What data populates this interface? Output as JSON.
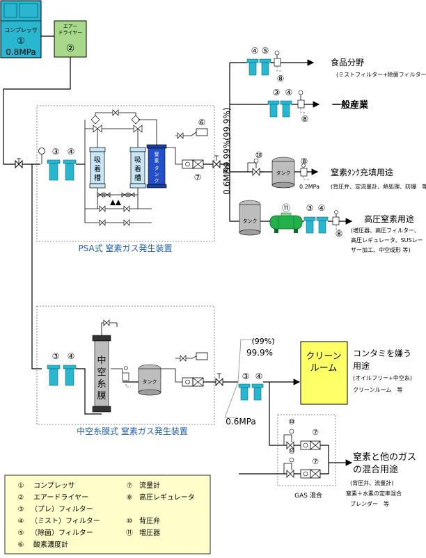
{
  "compressor": {
    "label": "コンプレッサ",
    "number": "①",
    "pressure": "0.8MPa",
    "color": "#29b6cf"
  },
  "air_dryer": {
    "label_line1": "エアー",
    "label_line2": "ドライヤー",
    "number": "②",
    "color": "#a8d88a"
  },
  "psa": {
    "title": "PSA式 窒素ガス発生装置",
    "adsorber_label": "吸着槽",
    "nitrogen_tank_label": "窒素タンク",
    "filter_labels": [
      "③",
      "④"
    ],
    "oxygen_meter_label": "⑥",
    "flowmeter_label": "⑦"
  },
  "membrane": {
    "title": "中空糸膜式 窒素ガス発生装置",
    "module_label": "中空糸膜",
    "tank_label": "タンク",
    "filter_labels": [
      "③",
      "④"
    ]
  },
  "purity": {
    "psa_label": "99.99%(99.9%)",
    "psa_pressure": "0.6MPa",
    "mem_purity_paren": "(99%)",
    "mem_purity": "99.9%",
    "mem_pressure": "0.6MPa"
  },
  "applications": {
    "food": {
      "title": "食品分野",
      "note": "(ミストフィルター+除菌フィルター)",
      "filters": [
        "④",
        "⑤"
      ],
      "regulator": "⑧"
    },
    "general": {
      "title": "一般産業",
      "filters": [
        "③",
        "④"
      ],
      "regulator": "⑧"
    },
    "tank_fill": {
      "title": "窒素ﾀﾝｸ充填用途",
      "note": "(背圧弁、定流量計、熱処理、防爆　等)",
      "tank_label": "タンク",
      "valve": "⑩",
      "regulator": "⑧",
      "pressure": "0.2MPa"
    },
    "high_pressure": {
      "title": "高圧窒素用途",
      "note_lines": [
        "(増圧器、高圧フィルター、",
        "高圧レギュレータ、SUSレー",
        "ザー加工、中空成形 等)"
      ],
      "tank_label": "タンク",
      "booster": "⑪",
      "filters": [
        "③",
        "④"
      ],
      "regulator": "⑧"
    },
    "clean_room": {
      "box_line1": "クリーン",
      "box_line2": "ルーム",
      "title_line1": "コンタミを嫌う",
      "title_line2": "用途",
      "note_line1": "(オイルフリー+中空糸)",
      "note_line2": "クリーンルーム　等",
      "filters": [
        "③",
        "④"
      ],
      "box_color": "#ffff66"
    },
    "mixing": {
      "title_line1": "窒素と他のガス",
      "title_line2": "の混合用途",
      "note_lines": [
        "(背圧弁、流量計)",
        "窒素＋水素の定率混合",
        "ブレンダー　等"
      ],
      "gas_label": "GAS 混合",
      "valves": [
        "⑩",
        "⑩"
      ],
      "flowmeters": [
        "⑦",
        "⑦"
      ]
    }
  },
  "legend": {
    "left": [
      {
        "num": "①",
        "text": "コンプレッサ"
      },
      {
        "num": "②",
        "text": "エアードライヤー"
      },
      {
        "num": "③",
        "text": "（プレ）フィルター"
      },
      {
        "num": "④",
        "text": "（ミスト）フィルター"
      },
      {
        "num": "⑤",
        "text": "（除菌）フィルター"
      },
      {
        "num": "⑥",
        "text": "酸素濃度計"
      }
    ],
    "right": [
      {
        "num": "⑦",
        "text": "流量計"
      },
      {
        "num": "⑧",
        "text": "高圧レギュレータ"
      },
      {
        "num": "⑩",
        "text": "背圧弁"
      },
      {
        "num": "⑪",
        "text": "増圧器"
      }
    ],
    "bg_color": "#ffffcc"
  }
}
